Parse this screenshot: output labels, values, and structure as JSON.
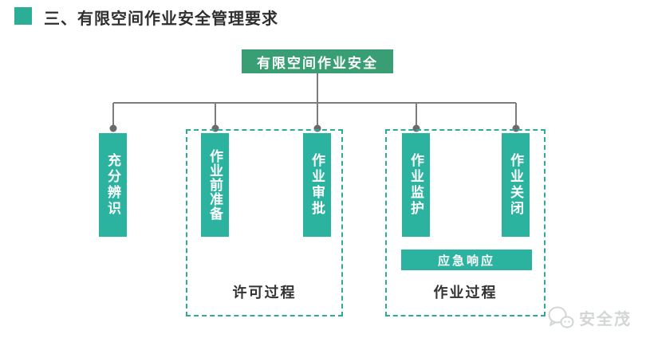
{
  "title": {
    "text": "三、有限空间作业安全管理要求"
  },
  "diagram": {
    "root": {
      "label": "有限空间作业安全"
    },
    "branches": [
      {
        "label": "充分辨识"
      },
      {
        "label": "作业前准备"
      },
      {
        "label": "作业审批"
      },
      {
        "label": "作业监护"
      },
      {
        "label": "作业关闭"
      }
    ],
    "groups": [
      {
        "label": "许可过程"
      },
      {
        "label": "作业过程"
      }
    ],
    "emergency": {
      "label": "应急响应"
    }
  },
  "watermark": {
    "text": "安全茂",
    "icon": "chat-bubbles-icon"
  },
  "colors": {
    "title_bullet": "#2BAD96",
    "title_text": "#2F2F2F",
    "root_box": "#3A9E74",
    "branch_box": "#2BB3A0",
    "group_border": "#2FA99A",
    "connector_line": "#7D7D7D",
    "connector_dot": "#6B6B6B",
    "group_label_text": "#333333",
    "watermark_text": "#D2D6D5"
  }
}
